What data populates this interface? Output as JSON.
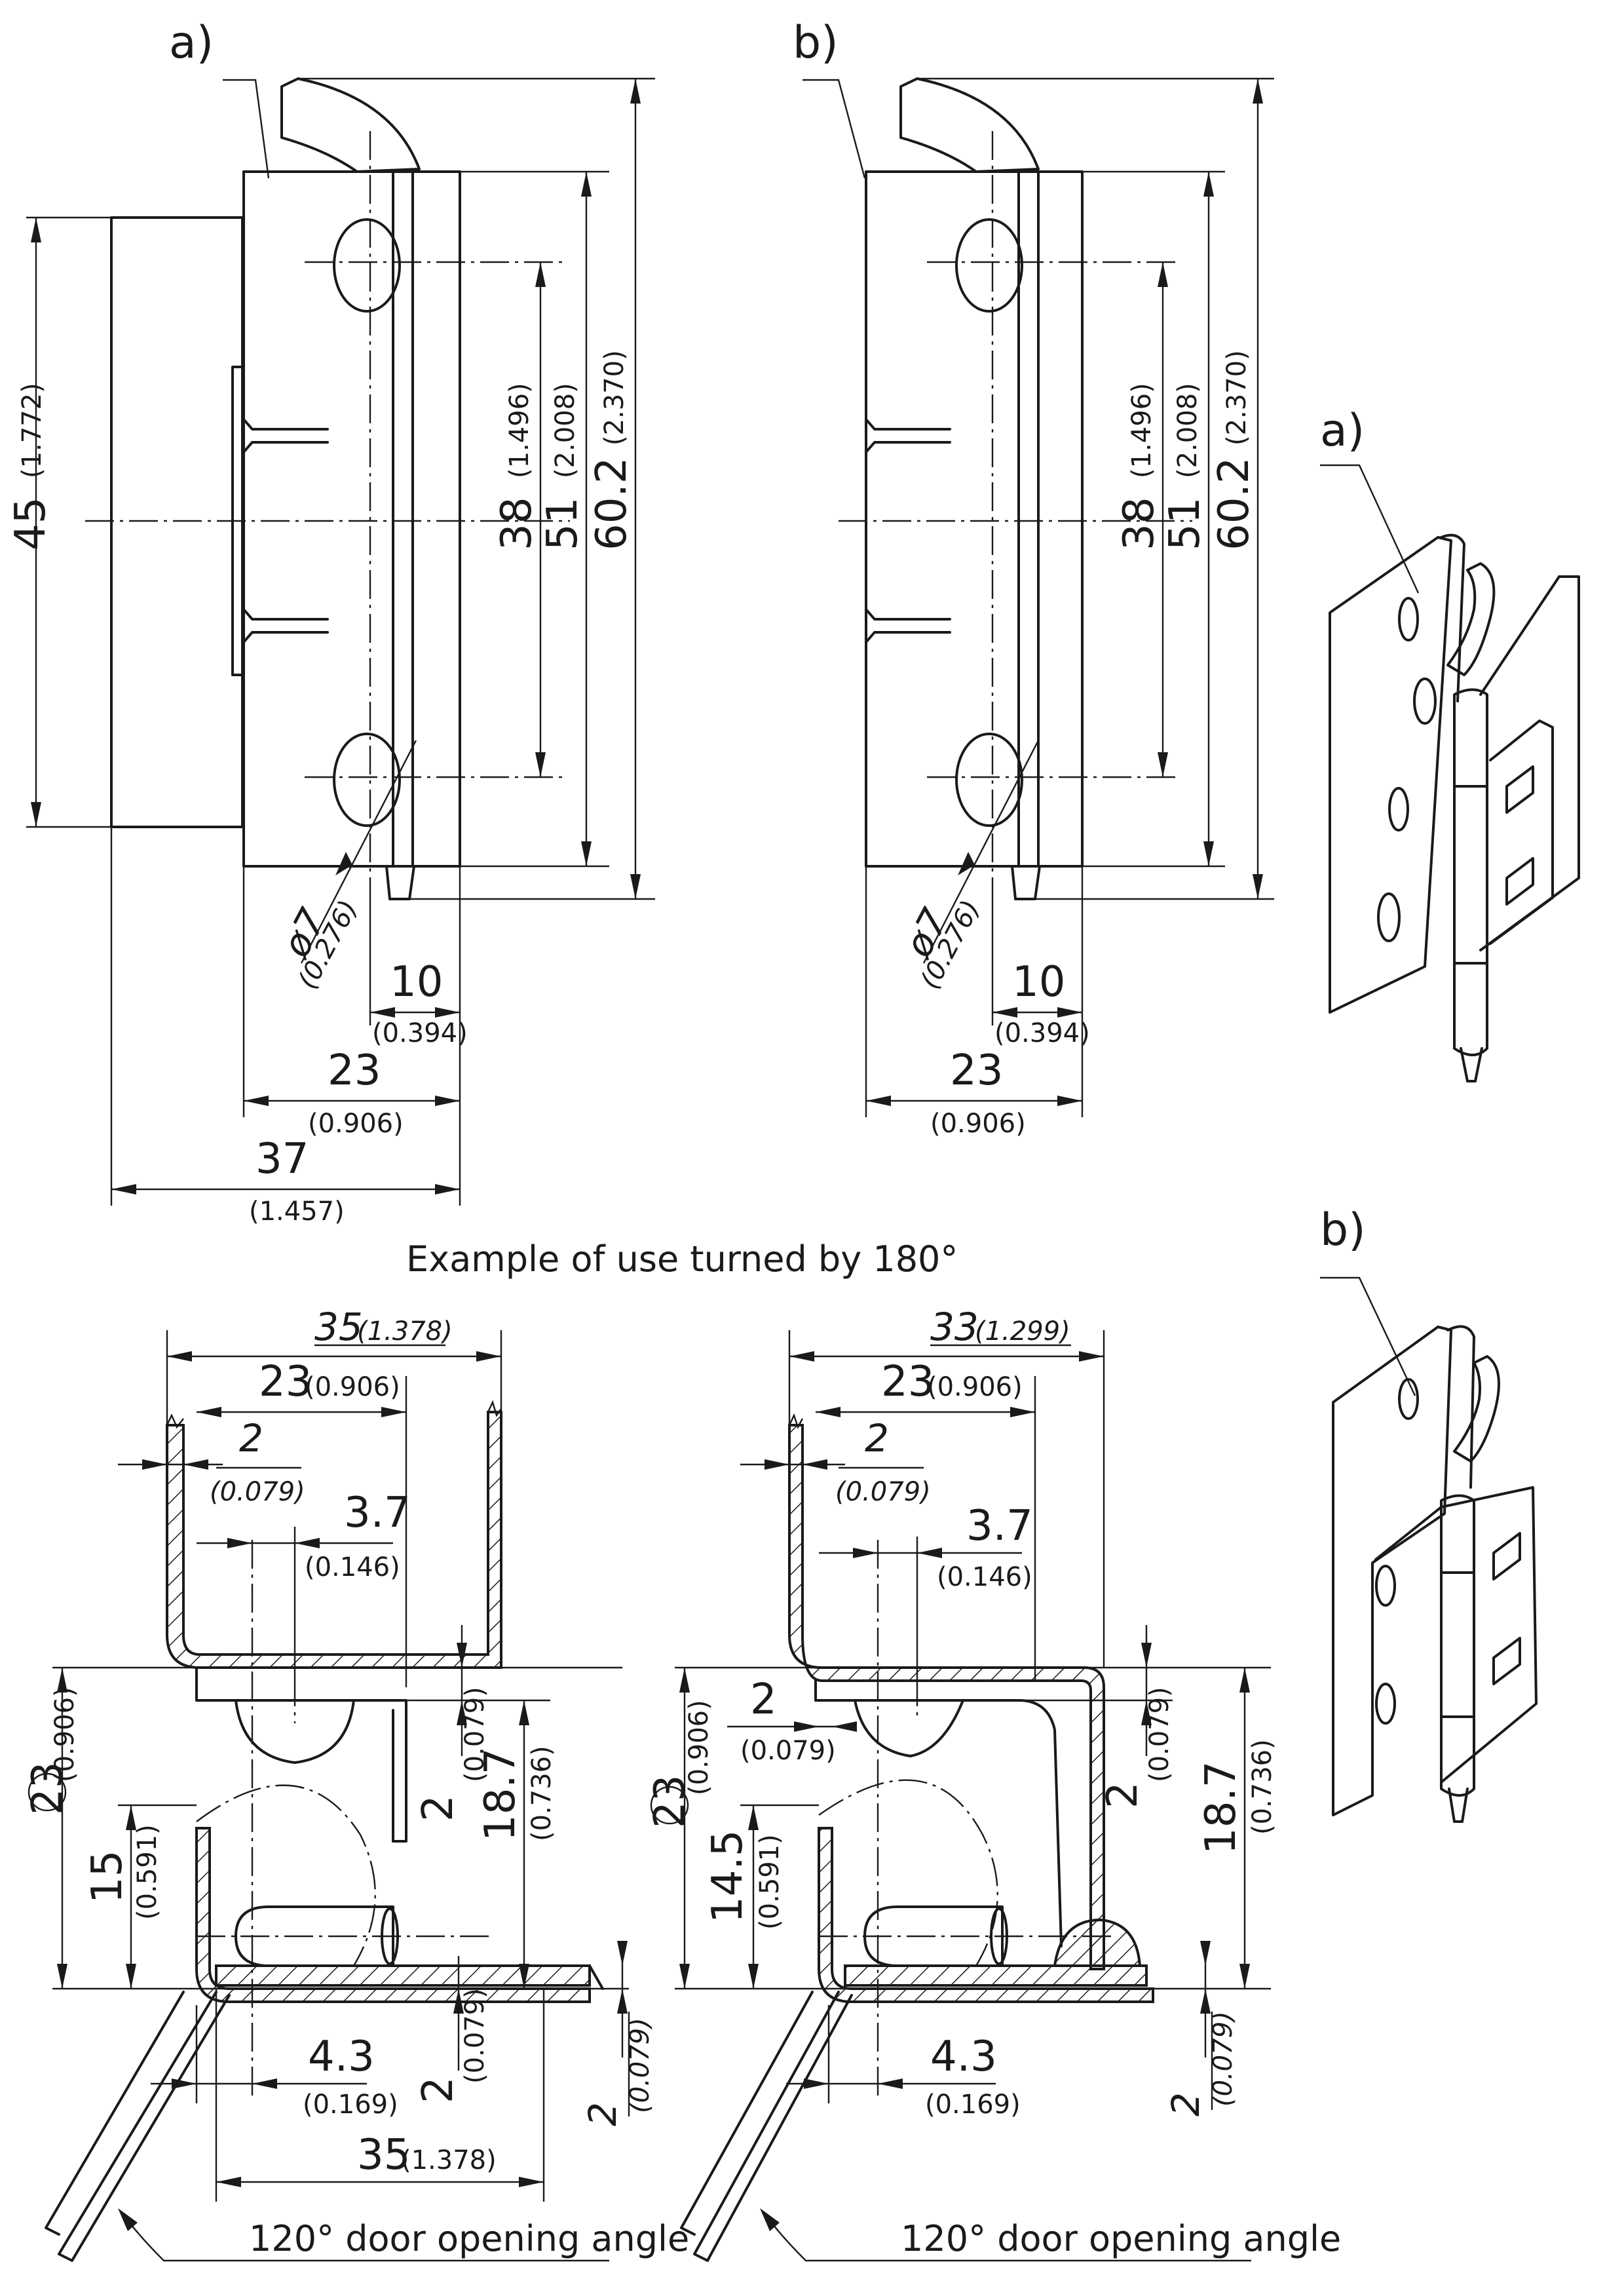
{
  "views": {
    "a": {
      "label": "a)"
    },
    "b": {
      "label": "b)"
    },
    "iso_a": {
      "label": "a)"
    },
    "iso_b": {
      "label": "b)"
    }
  },
  "front_a": {
    "h45": "45",
    "h45_in": "(1.772)",
    "h38": "38",
    "h38_in": "(1.496)",
    "h51": "51",
    "h51_in": "(2.008)",
    "h60": "60.2",
    "h60_in": "(2.370)",
    "dia": "ø7",
    "dia_in": "(0.276)",
    "w10": "10",
    "w10_in": "(0.394)",
    "w23": "23",
    "w23_in": "(0.906)",
    "w37": "37",
    "w37_in": "(1.457)"
  },
  "front_b": {
    "h38": "38",
    "h38_in": "(1.496)",
    "h51": "51",
    "h51_in": "(2.008)",
    "h60": "60.2",
    "h60_in": "(2.370)",
    "dia": "ø7",
    "dia_in": "(0.276)",
    "w10": "10",
    "w10_in": "(0.394)",
    "w23": "23",
    "w23_in": "(0.906)"
  },
  "example_note": "Example of use turned by 180°",
  "section_a": {
    "w35": "35",
    "w35_in": "(1.378)",
    "w23": "23",
    "w23_in": "(0.906)",
    "t2": "2",
    "t2_in": "(0.079)",
    "d37": "3.7",
    "d37_in": "(0.146)",
    "h23": "23",
    "h23_in": "(0.906)",
    "h15": "15",
    "h15_in": "(0.591)",
    "g2": "2",
    "g2_in": "(0.079)",
    "h187": "18.7",
    "h187_in": "(0.736)",
    "d43": "4.3",
    "d43_in": "(0.169)",
    "b2": "2",
    "b2_in": "(0.079)",
    "r2": "2",
    "r2_in": "(0.079)",
    "bw35": "35",
    "bw35_in": "(1.378)",
    "angle": "120° door opening angle"
  },
  "section_b": {
    "w33": "33",
    "w33_in": "(1.299)",
    "w23": "23",
    "w23_in": "(0.906)",
    "t2": "2",
    "t2_in": "(0.079)",
    "d37": "3.7",
    "d37_in": "(0.146)",
    "s2": "2",
    "s2_in": "(0.079)",
    "h23": "23",
    "h23_in": "(0.906)",
    "h145": "14.5",
    "h145_in": "(0.591)",
    "g2": "2",
    "g2_in": "(0.079)",
    "h187": "18.7",
    "h187_in": "(0.736)",
    "d43": "4.3",
    "d43_in": "(0.169)",
    "r2": "2",
    "r2_in": "(0.079)",
    "angle": "120° door opening angle"
  }
}
